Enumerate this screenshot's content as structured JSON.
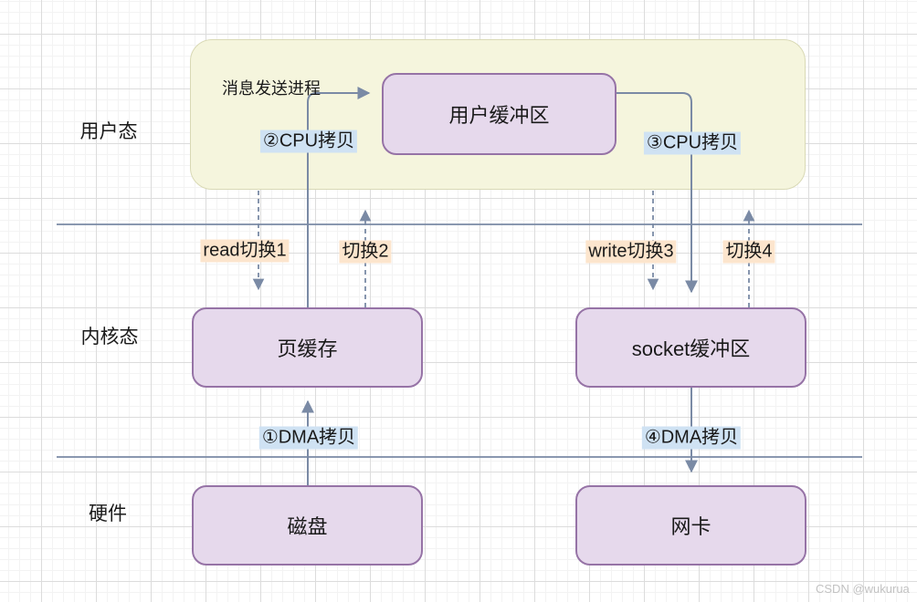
{
  "colors": {
    "line": "#7a8aa5",
    "node-fill": "#e6d9ec",
    "node-border": "#9673a6",
    "zone-fill": "#f5f5dd",
    "zone-border": "#d9d9b5",
    "highlight-blue": "#cfe2f3",
    "highlight-peach": "#fce5cd",
    "text": "#1a1a1a",
    "watermark": "#c2c2c2"
  },
  "layers": {
    "user_mode": "用户态",
    "kernel_mode": "内核态",
    "hardware": "硬件"
  },
  "zone": {
    "process_label": "消息发送进程"
  },
  "nodes": {
    "user_buffer": "用户缓冲区",
    "page_cache": "页缓存",
    "socket_buffer": "socket缓冲区",
    "disk": "磁盘",
    "nic": "网卡"
  },
  "copy_labels": {
    "dma1": "①DMA拷贝",
    "cpu2": "②CPU拷贝",
    "cpu3": "③CPU拷贝",
    "dma4": "④DMA拷贝"
  },
  "switch_labels": {
    "s1": "read切换1",
    "s2": "切换2",
    "s3": "write切换3",
    "s4": "切换4"
  },
  "watermark": "CSDN @wukurua"
}
